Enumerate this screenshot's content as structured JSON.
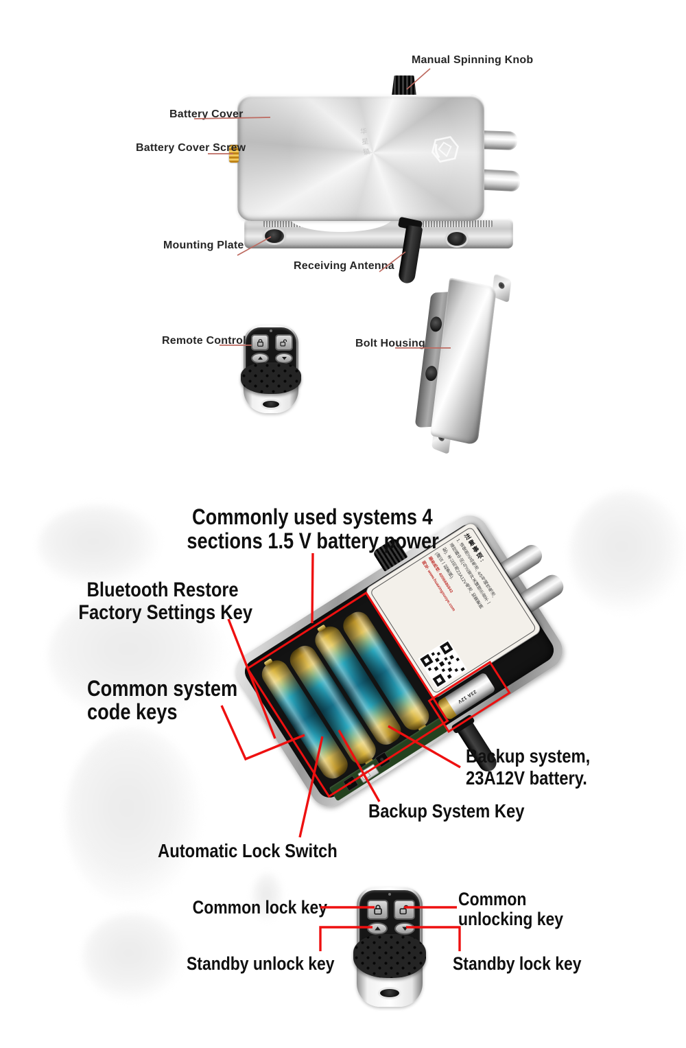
{
  "page": {
    "background": "#ffffff"
  },
  "colors": {
    "leader_top": "#bd6a60",
    "leader_bottom": "#ee1010",
    "annotation_box": "#ee1010",
    "label_color": "#0f0f0f"
  },
  "icons": {
    "brand_logo": "hexagon-diamond-icon",
    "qr_code": "qr-code-icon",
    "remote_button_icons": "padlock-closed-icon, padlock-open-icon, standby-unlock-icon, standby-lock-icon"
  },
  "top_section": {
    "labels": {
      "manual_spinning_knob": "Manual Spinning Knob",
      "battery_cover": "Battery Cover",
      "battery_cover_screw": "Battery Cover Screw",
      "mounting_plate": "Mounting Plate",
      "receiving_antenna": "Receiving Antenna",
      "remote_control": "Remote Control",
      "bolt_housing": "Bolt Housing"
    },
    "lock_engraving": "华星锁"
  },
  "bottom_section": {
    "labels": {
      "battery_power_line1": "Commonly used systems 4",
      "battery_power_line2": "sections 1.5 V battery power",
      "bluetooth_line1": "Bluetooth Restore",
      "bluetooth_line2": "Factory Settings Key",
      "common_system_line1": "Common system",
      "common_system_line2": "code keys",
      "backup_system_line1": "Backup system,",
      "backup_system_line2": "23A12V battery.",
      "backup_system_key": "Backup System Key",
      "automatic_lock_switch": "Automatic Lock Switch",
      "common_lock_key": "Common lock key",
      "common_unlocking_line1": "Common",
      "common_unlocking_line2": "unlocking key",
      "standby_unlock_key": "Standby unlock key",
      "standby_lock_key": "Standby lock key"
    },
    "sticker": {
      "title": "注意事项:",
      "line1": "1. 请使用正品电池, 4/5号碱性电池,",
      "line2": "遥控器中间(与正常开关键提示音不一",
      "line3": "配). 本公司用23A12V电池, 如需更换",
      "line4": "(建议一起更换).",
      "hotline": "服务热线: 4006686843",
      "website": "网址: www.huaxingsuoye.com"
    },
    "backup_battery_label": "23A 12V"
  }
}
